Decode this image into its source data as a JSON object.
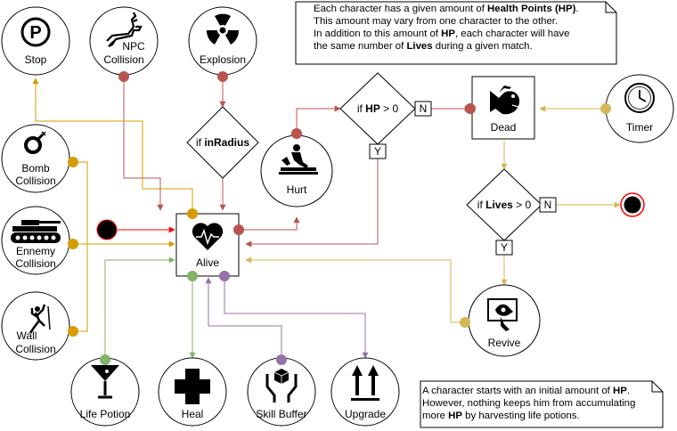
{
  "nodes": {
    "stop": "Stop",
    "npc_collision": [
      "NPC",
      "Collision"
    ],
    "explosion": "Explosion",
    "bomb_collision": [
      "Bomb",
      "Collision"
    ],
    "ennemy_collision": [
      "Ennemy",
      "Collision"
    ],
    "wall_collision": [
      "Wall",
      "Collision"
    ],
    "alive": "Alive",
    "hurt": "Hurt",
    "dead": "Dead",
    "timer": "Timer",
    "revive": "Revive",
    "life_potion": "Life Potion",
    "heal": "Heal",
    "skill_buffer": "Skill Buffer",
    "upgrade": "Upgrade"
  },
  "decisions": {
    "radius": {
      "prefix": "if ",
      "bold": "inRadius"
    },
    "hp": {
      "prefix": "if  ",
      "bold": "HP",
      "suffix": " > 0",
      "no": "N",
      "yes": "Y"
    },
    "lives": {
      "prefix": "if  ",
      "bold": "Lives",
      "suffix": " > 0",
      "no": "N",
      "yes": "Y"
    }
  },
  "notes": {
    "top": [
      [
        "Each character has a given amount of ",
        "Health Points (HP)",
        "."
      ],
      [
        "This amount may vary from one character to the other.",
        "",
        ""
      ],
      [
        "In addition to this amount of ",
        "HP",
        ", each character will have"
      ],
      [
        "the same number of ",
        "Lives",
        " during a given match."
      ]
    ],
    "bottom": [
      [
        "A character starts with an initial amount of ",
        "HP",
        "."
      ],
      [
        "However, nothing keeps him from accumulating",
        "",
        ""
      ],
      [
        "more ",
        "HP",
        " by harvesting life potions."
      ]
    ]
  },
  "icons": {
    "stop": "parking-sign-icon",
    "npc": "deer-icon",
    "explosion": "radiation-icon",
    "bomb": "bomb-icon",
    "ennemy": "tank-icon",
    "wall": "climber-icon",
    "alive": "heart-monitor-icon",
    "hurt": "massage-icon",
    "dead": "whale-icon",
    "timer": "clock-icon",
    "revive": "revive-card-icon",
    "life_potion": "cocktail-glass-icon",
    "heal": "cross-icon",
    "skill_buffer": "hands-box-icon",
    "upgrade": "this-side-up-icon"
  },
  "colors": {
    "red": "#b85450",
    "yellow": "#d6b656",
    "orange": "#d79b00",
    "green": "#82b366",
    "purple": "#9673a6",
    "start": "#ff0000"
  }
}
